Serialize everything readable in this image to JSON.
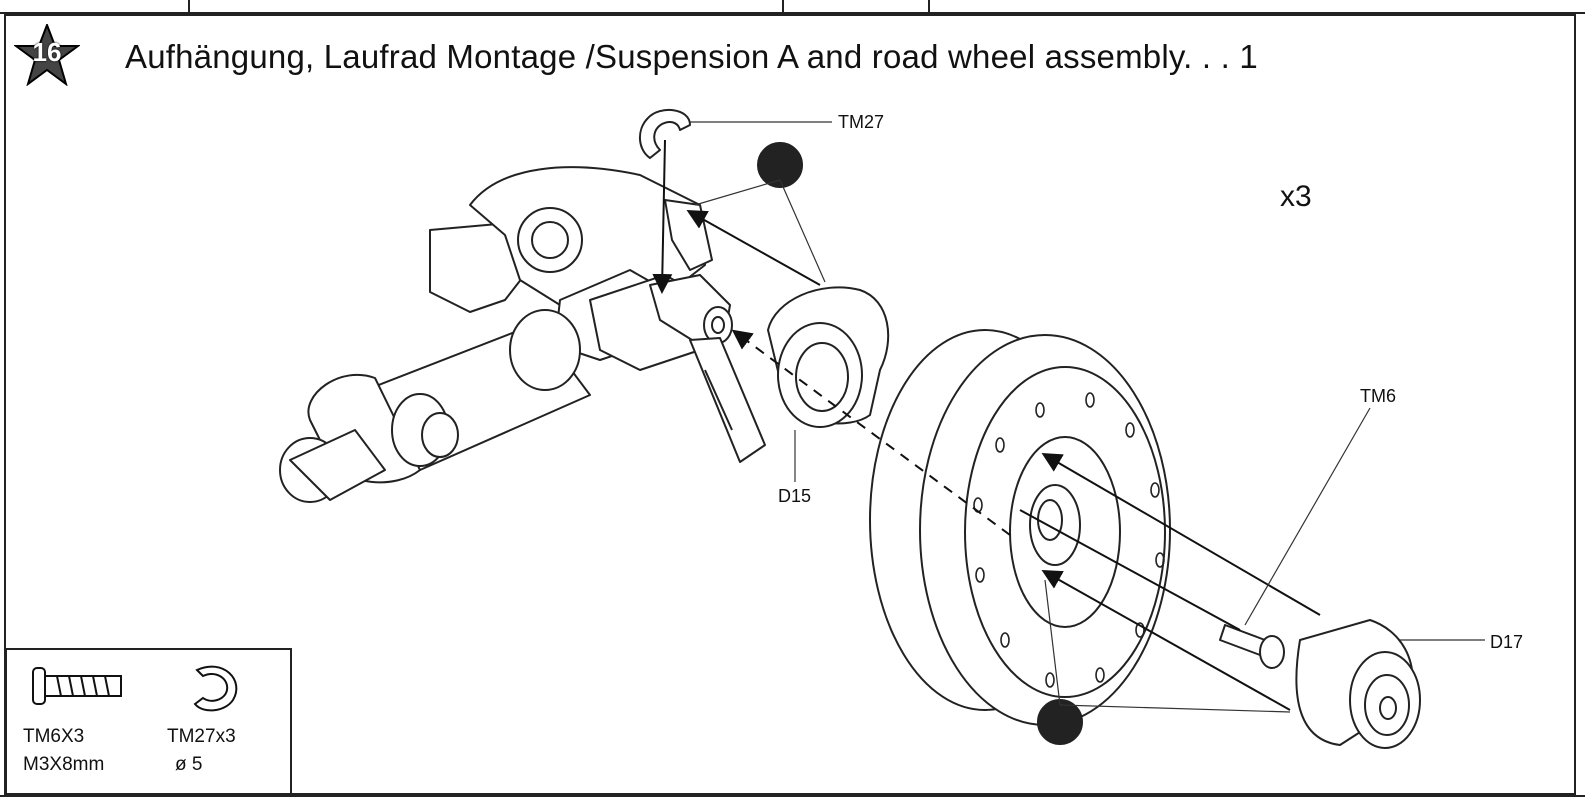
{
  "step": {
    "number": "16"
  },
  "title": "Aufhängung, Laufrad Montage /Suspension A and road wheel assembly. . . 1",
  "multiplier": "x3",
  "callouts": {
    "tm27": "TM27",
    "d15": "D15",
    "tm6": "TM6",
    "d17": "D17"
  },
  "parts": [
    {
      "code": "TM6X3",
      "spec": "M3X8mm",
      "icon": "screw-icon"
    },
    {
      "code": "TM27x3",
      "spec": "ø 5",
      "icon": "e-clip-icon"
    }
  ],
  "colors": {
    "ink": "#111111",
    "line": "#222222",
    "paper": "#ffffff"
  }
}
